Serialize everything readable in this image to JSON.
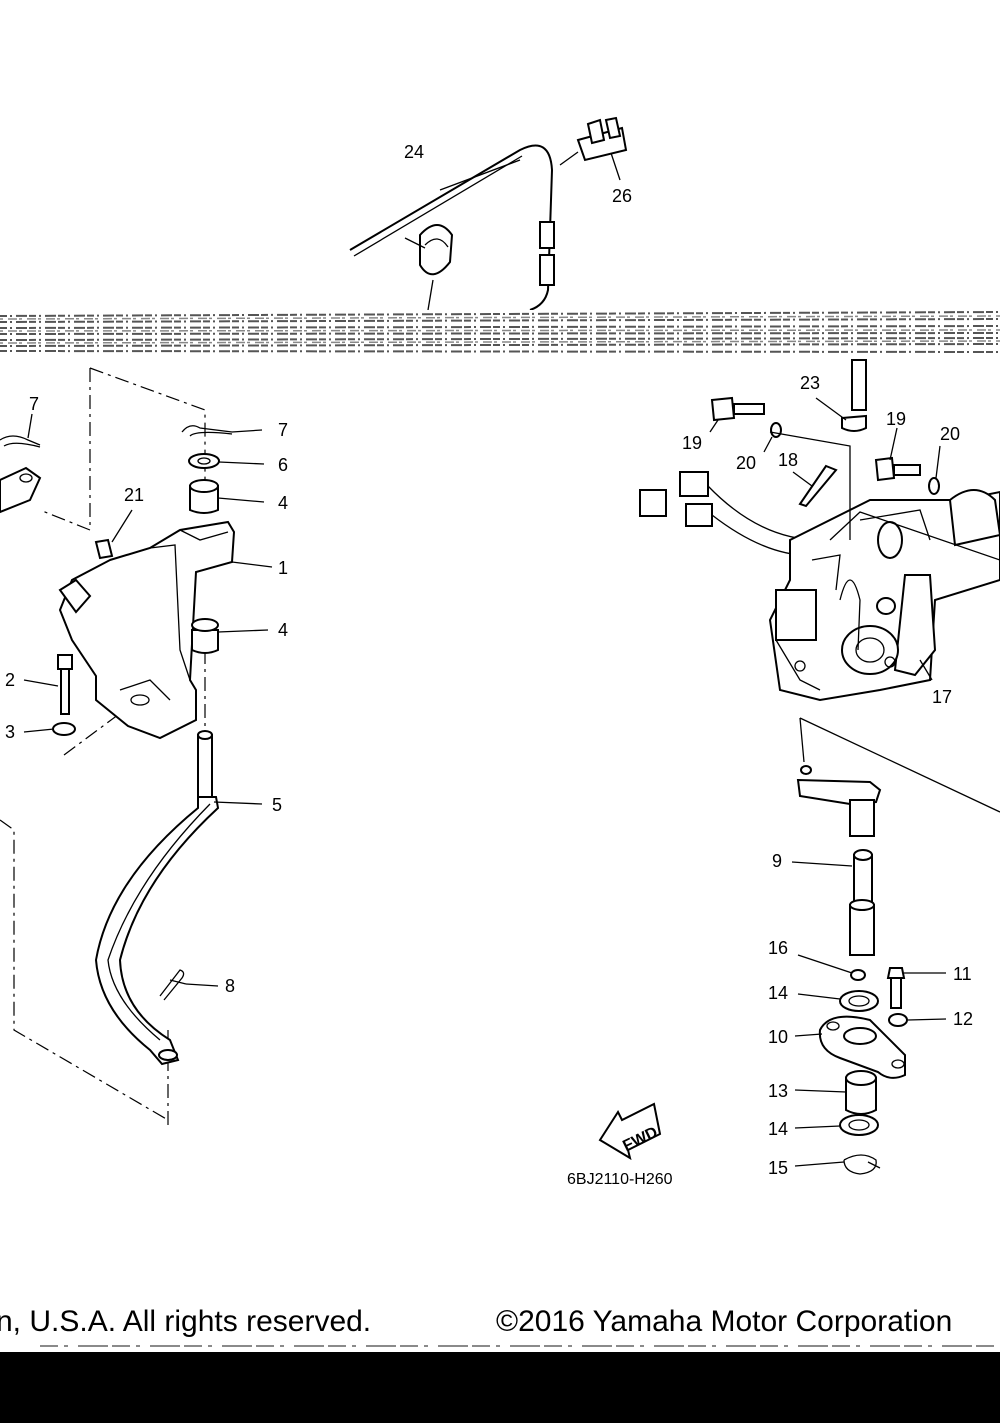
{
  "diagram": {
    "drawing_code": "6BJ2110-H260",
    "fwd_arrow_label": "FWD",
    "callouts": {
      "c24": "24",
      "c26": "26",
      "c7a": "7",
      "c7b": "7",
      "c6": "6",
      "c4a": "4",
      "c21": "21",
      "c1": "1",
      "c4b": "4",
      "c2": "2",
      "c3": "3",
      "c5": "5",
      "c8": "8",
      "c23": "23",
      "c19a": "19",
      "c19b": "19",
      "c20a": "20",
      "c20b": "20",
      "c18": "18",
      "c17": "17",
      "c9": "9",
      "c16": "16",
      "c14a": "14",
      "c11": "11",
      "c12": "12",
      "c10": "10",
      "c13": "13",
      "c14b": "14",
      "c15": "15"
    }
  },
  "footer": {
    "left_text": "n, U.S.A. All rights reserved.",
    "right_text": "©2016 Yamaha Motor Corporation"
  },
  "colors": {
    "ink": "#000000",
    "paper": "#ffffff"
  }
}
